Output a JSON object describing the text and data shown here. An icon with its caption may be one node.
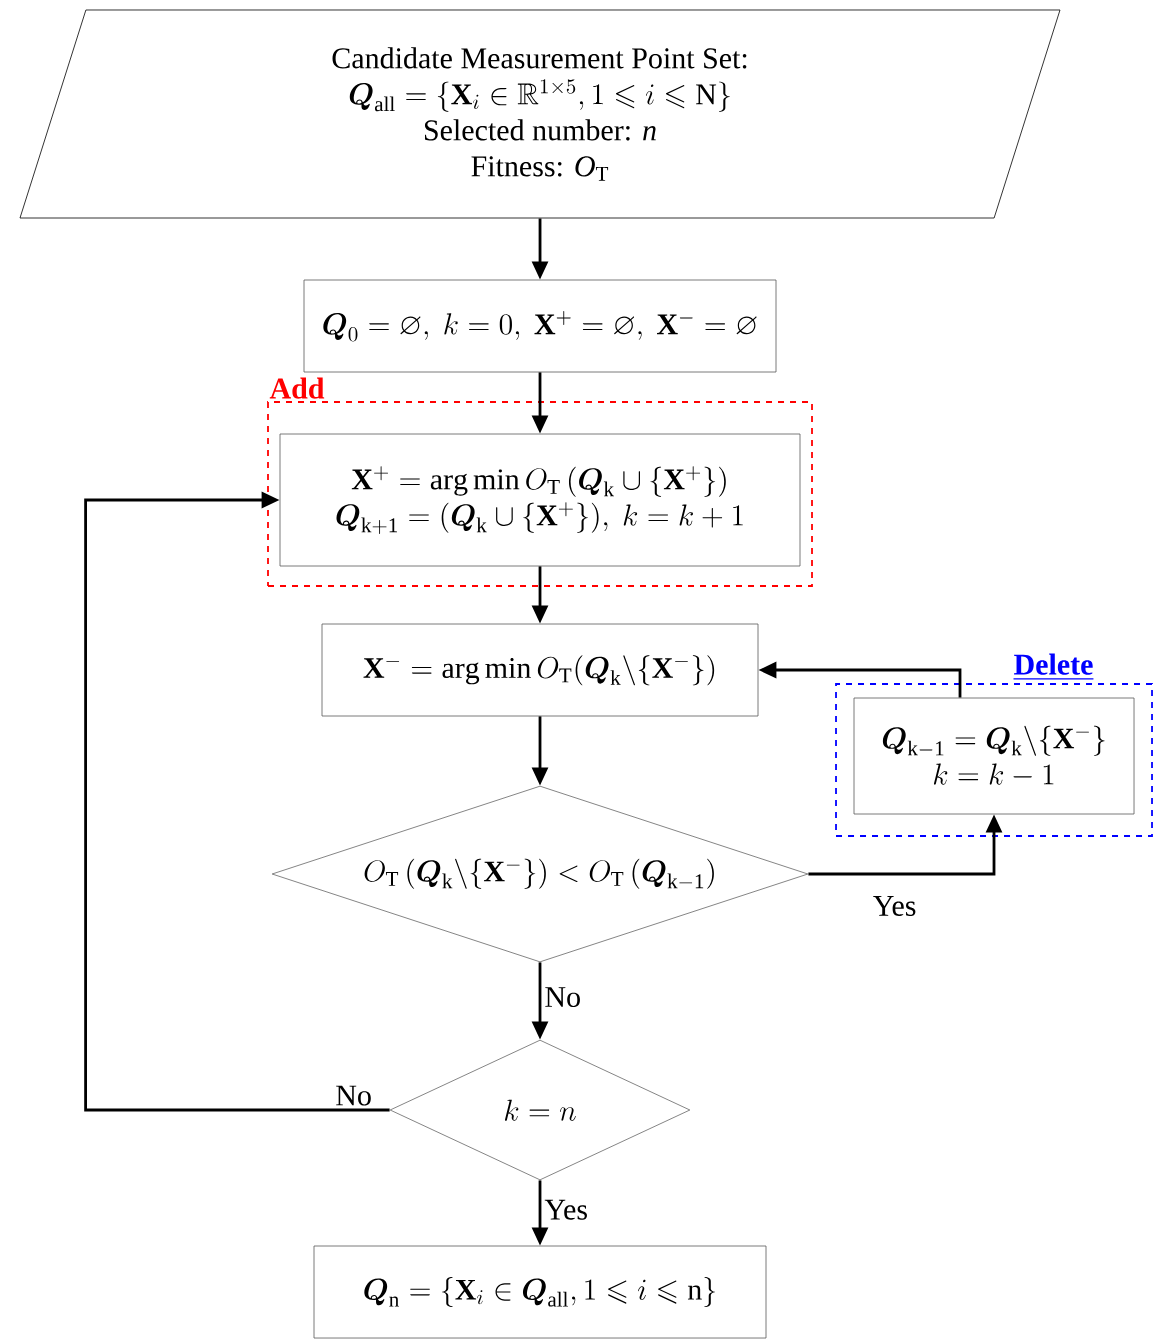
{
  "diagram": {
    "nodes": [
      {
        "text": [
          "Candidate Measurement Point Set:",
          "\\boldsymbol{Q}_{\\mathrm{all}}=\\{\\mathbf{X}_i\\in\\mathbb{R}^{1\\times 5},1\\leqslant i\\leqslant \\mathrm{N}\\}",
          "Selected number: *n*",
          "Fitness: *O*$_{T}$"
        ]
      },
      {
        "text": [
          "\\boldsymbol{Q}_{0}=\\varnothing,\\ k=0,\\ \\mathbf{X}^{+}=\\varnothing,\\ \\mathbf{X}^{-}=\\varnothing"
        ]
      },
      {
        "text": [
          "Add"
        ]
      },
      {
        "text": [
          "\\mathbf{X}^{+}=\\arg\\min O_{\\mathrm{T}}\\,(\\boldsymbol{Q}_{\\mathrm{k}}\\cup\\{\\mathbf{X}^{+}\\})",
          "\\boldsymbol{Q}_{\\mathrm{k+1}}=(\\boldsymbol{Q}_{\\mathrm{k}}\\cup\\{\\mathbf{X}^{+}\\}),\\ k=k+1"
        ],
        "in": 2
      },
      {
        "text": [
          "\\mathbf{X}^{-}=\\arg\\min O_{\\mathrm{T}}(\\boldsymbol{Q}_{\\mathrm{k}}\\backslash\\{\\mathbf{X}^{-}\\})"
        ]
      },
      {
        "text": [
          "Delete"
        ]
      },
      {
        "text": [
          "\\boldsymbol{Q}_{\\mathrm{k-1}}=\\boldsymbol{Q}_{\\mathrm{k}}\\backslash\\{\\mathbf{X}^{-}\\}",
          "k=k-1"
        ],
        "in": 5
      },
      {
        "text": [
          "O_{\\mathrm{T}}\\,(\\boldsymbol{Q}_{\\mathrm{k}}\\backslash\\{\\mathbf{X}^{-}\\})<O_{\\mathrm{T}}\\,(\\boldsymbol{Q}_{\\mathrm{k-1}})"
        ]
      },
      {
        "text": [
          "k=n"
        ]
      },
      {
        "text": [
          "\\boldsymbol{Q}_{\\mathrm{n}}=\\{\\mathbf{X}_i\\in\\boldsymbol{Q}_{\\mathrm{all}},1\\leqslant i\\leqslant \\mathrm{n}\\}"
        ]
      }
    ],
    "edges": [
      {
        "from": 0,
        "to": 1,
        "arrow": "to"
      },
      {
        "from": 1,
        "to": 3,
        "arrow": "to"
      },
      {
        "from": 3,
        "to": 4,
        "arrow": "to"
      },
      {
        "from": 4,
        "to": 7,
        "arrow": "to"
      },
      {
        "from": 7,
        "to": 6,
        "arrow": "to",
        "label": "Yes"
      },
      {
        "from": 6,
        "to": 4,
        "arrow": "to"
      },
      {
        "from": 7,
        "to": 8,
        "arrow": "to",
        "label": "No"
      },
      {
        "from": 8,
        "to": 3,
        "arrow": "to",
        "label": "No"
      },
      {
        "from": 8,
        "to": 9,
        "arrow": "to",
        "label": "Yes"
      }
    ]
  }
}
